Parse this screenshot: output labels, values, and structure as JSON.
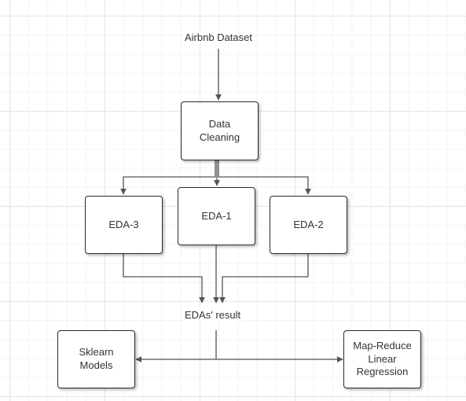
{
  "diagram": {
    "source_label": "Airbnb Dataset",
    "cleaning_box": "Data\nCleaning",
    "eda_left": "EDA-3",
    "eda_center": "EDA-1",
    "eda_right": "EDA-2",
    "result_label": "EDAs' result",
    "sklearn_box": "Sklearn\nModels",
    "mapreduce_box": "Map-Reduce\nLinear\nRegression"
  },
  "colors": {
    "line": "#555555",
    "box_border": "#2b2b2b",
    "text": "#333333",
    "grid": "#e6e6e6"
  }
}
